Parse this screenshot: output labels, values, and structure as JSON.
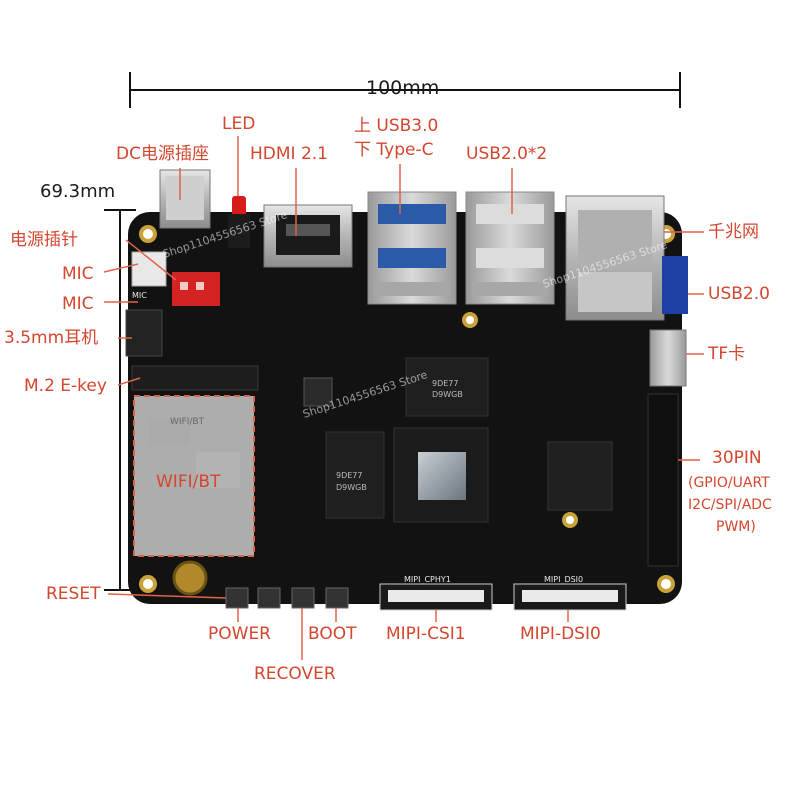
{
  "dimensions": {
    "width_label": "100mm",
    "height_label": "69.3mm"
  },
  "colors": {
    "label": "#d4462e",
    "board": "#121212",
    "dim_line": "#111111",
    "callout": "#e0624a"
  },
  "labels": {
    "led": "LED",
    "dc": "DC电源插座",
    "hdmi": "HDMI 2.1",
    "usb3_line1": "上 USB3.0",
    "usb3_line2": "下 Type-C",
    "usb2x2": "USB2.0*2",
    "power_pin": "电源插针",
    "mic1": "MIC",
    "mic2": "MIC",
    "audio": "3.5mm耳机",
    "m2": "M.2 E-key",
    "wifi": "WIFI/BT",
    "reset": "RESET",
    "power": "POWER",
    "recover": "RECOVER",
    "boot": "BOOT",
    "csi": "MIPI-CSI1",
    "dsi": "MIPI-DSI0",
    "ethernet": "千兆网",
    "usb20": "USB2.0",
    "tf": "TF卡",
    "pin30": "30PIN",
    "pin30_l2": "(GPIO/UART",
    "pin30_l3": "I2C/SPI/ADC",
    "pin30_l4": "PWM)"
  },
  "silkscreen": {
    "cphy": "MIPI_CPHY1",
    "dsi": "MIPI_DSI0",
    "mic": "MIC",
    "chip1a": "9DE77",
    "chip1b": "D9WGB",
    "chip2a": "9DE77",
    "chip2b": "D9WGB",
    "wifi_mod": "WIFI/BT"
  },
  "watermark": "Shop1104556563 Store"
}
